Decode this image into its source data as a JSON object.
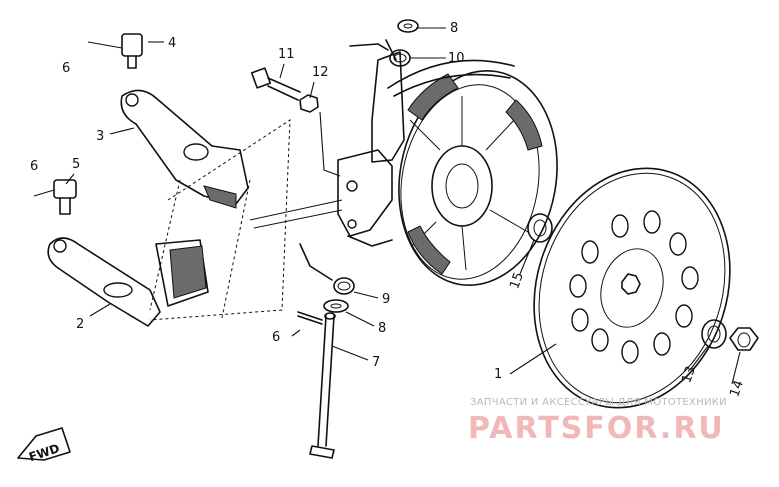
{
  "callouts": {
    "c1": "1",
    "c2": "2",
    "c3": "3",
    "c4": "4",
    "c5": "5",
    "c6a": "6",
    "c6b": "6",
    "c6c": "6",
    "c7": "7",
    "c8a": "8",
    "c8b": "8",
    "c9": "9",
    "c10": "10",
    "c11": "11",
    "c12": "12",
    "c13": "13",
    "c14": "14",
    "c15": "15"
  },
  "fwd_label": "FWD",
  "watermark": {
    "tagline": "ЗАПЧАСТИ И АКСЕССУАРЫ ДЛЯ МОТОТЕХНИКИ",
    "site": "PARTSFOR.RU"
  },
  "colors": {
    "line": "#111111",
    "watermark_red": "#f0b8b8",
    "watermark_gray": "#b8b8b8"
  }
}
